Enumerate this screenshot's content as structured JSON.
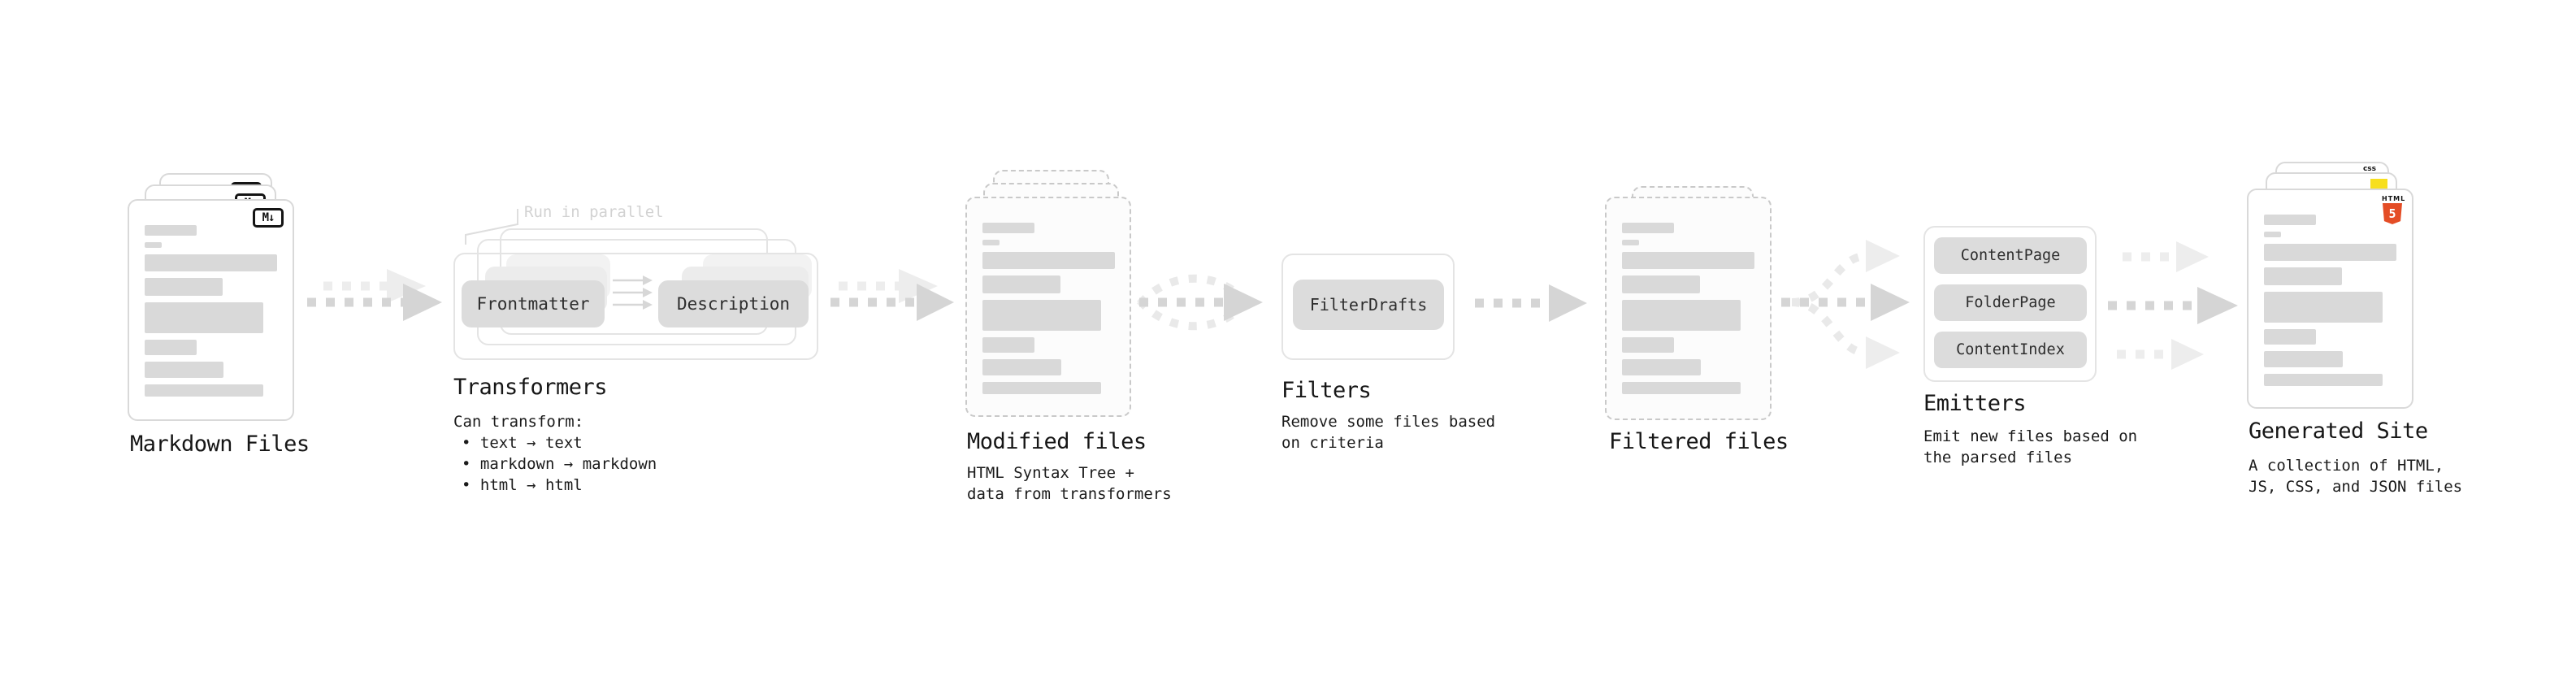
{
  "diagram": {
    "markdown": {
      "title": "Markdown Files"
    },
    "transformers": {
      "note": "Run in parallel",
      "input_pill": "Frontmatter",
      "output_pill": "Description",
      "title": "Transformers",
      "subtitle": "Can transform:",
      "bullets": "• text → text\n• markdown → markdown\n• html → html"
    },
    "modified": {
      "title": "Modified files",
      "subtitle": "HTML Syntax Tree +\ndata from transformers"
    },
    "filters": {
      "title": "Filters",
      "pill": "FilterDrafts",
      "subtitle": "Remove some files based\non criteria"
    },
    "filtered": {
      "title": "Filtered files"
    },
    "emitters": {
      "title": "Emitters",
      "pills": [
        "ContentPage",
        "FolderPage",
        "ContentIndex"
      ],
      "subtitle": "Emit new files based on\nthe parsed files"
    },
    "generated": {
      "title": "Generated Site",
      "subtitle": "A collection of HTML,\nJS, CSS, and JSON files"
    },
    "icons": {
      "markdown_badge": "M↓",
      "html5_word": "HTML",
      "html5_number": "5",
      "css_word": "css"
    },
    "colors": {
      "html5_orange": "#e44d26",
      "js_yellow": "#f7df1e",
      "css_blue": "#2d6bf0",
      "skeleton_gray": "#d9d9d9",
      "arrow_gray": "#d5d5d5"
    }
  }
}
